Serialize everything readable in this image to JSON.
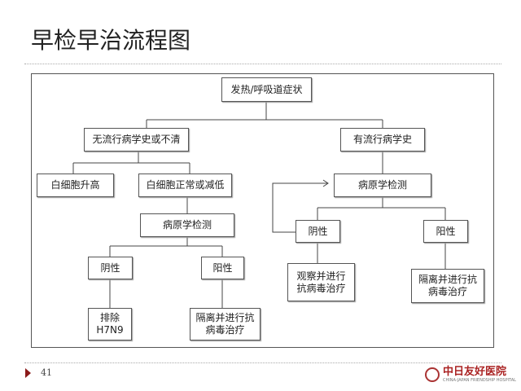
{
  "title": "早检早治流程图",
  "page_number": "41",
  "logo": {
    "name": "中日友好医院",
    "subtitle": "CHINA-JAPAN FRIENDSHIP HOSPITAL"
  },
  "flowchart": {
    "root": "发热/呼吸道症状",
    "left": {
      "label": "无流行病学史或不清",
      "wbc_high": "白细胞升高",
      "wbc_normal": "白细胞正常或减低",
      "test": "病原学检测",
      "negative": "阴性",
      "positive": "阳性",
      "neg_result": [
        "排除",
        "H7N9"
      ],
      "pos_result": [
        "隔离并进行抗",
        "病毒治疗"
      ]
    },
    "right": {
      "label": "有流行病学史",
      "test": "病原学检测",
      "negative": "阴性",
      "positive": "阳性",
      "neg_result": [
        "观察并进行",
        "抗病毒治疗"
      ],
      "pos_result": [
        "隔离并进行抗",
        "病毒治疗"
      ]
    }
  }
}
